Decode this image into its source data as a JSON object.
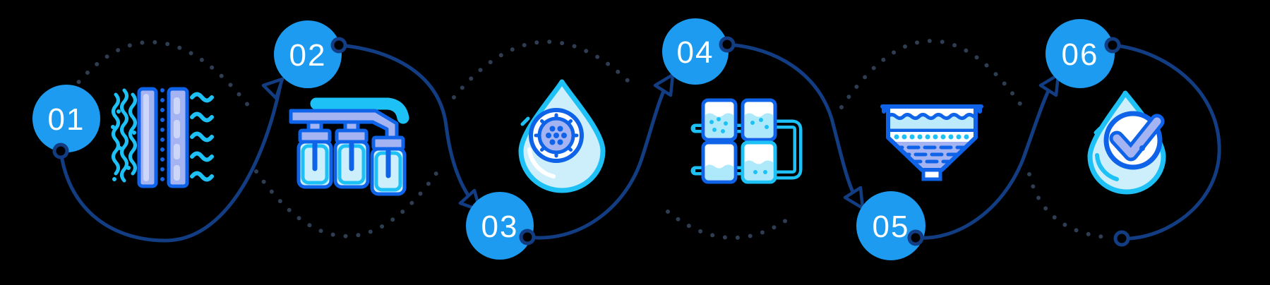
{
  "diagram": {
    "title": "water-treatment-process-flow",
    "step_count": 6
  },
  "colors": {
    "background": "#000000",
    "step_circle": "#1d9bf0",
    "number_text": "#ffffff",
    "connector_line": "#123d82",
    "dotted_arc": "#2f3d52",
    "icon_cyan": "#1ec1f6",
    "icon_blue": "#0e63e9",
    "icon_lavender": "#a4b4f2",
    "icon_lavender_light": "#cbd6f9",
    "icon_pale": "#cdeffc",
    "icon_white": "#ffffff"
  },
  "steps": [
    {
      "number": "01",
      "icon": "membrane-filtration-icon"
    },
    {
      "number": "02",
      "icon": "filter-cartridges-icon"
    },
    {
      "number": "03",
      "icon": "membrane-drop-icon"
    },
    {
      "number": "04",
      "icon": "treatment-tanks-icon"
    },
    {
      "number": "05",
      "icon": "sand-filter-funnel-icon"
    },
    {
      "number": "06",
      "icon": "water-quality-check-icon"
    }
  ]
}
